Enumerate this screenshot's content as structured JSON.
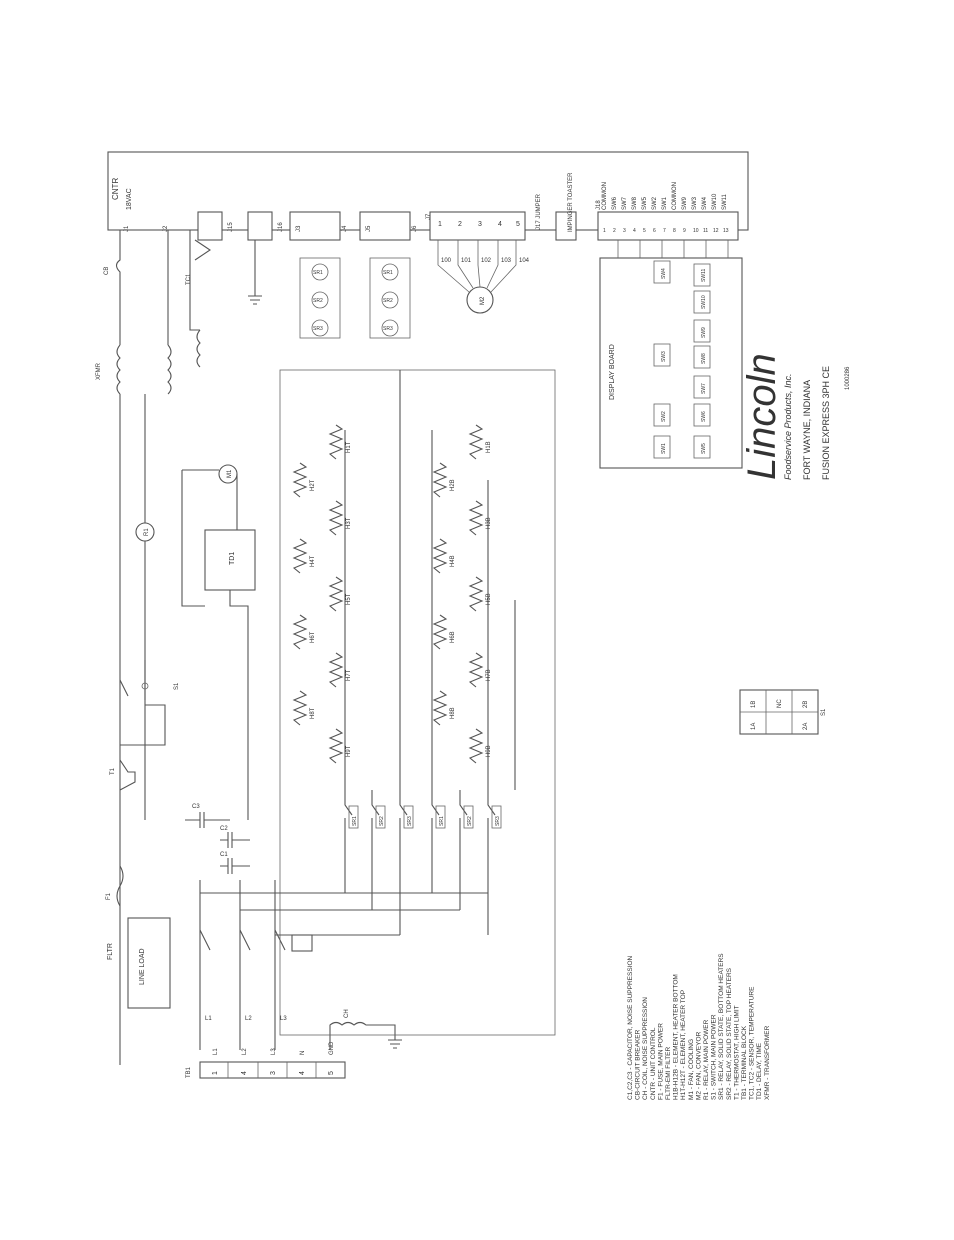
{
  "brand": {
    "logo": "Lincoln",
    "subtitle": "Foodservice Products, Inc.",
    "city": "FORT WAYNE, INDIANA",
    "model": "FUSION EXPRESS 3PH CE",
    "drawing_no": "1000286"
  },
  "labels": {
    "cntr": "CNTR",
    "vac": "18VAC",
    "j1": "J1",
    "j2": "J2",
    "j15": "J15",
    "j16": "J16",
    "j3": "J3",
    "j4": "J4",
    "j5": "J5",
    "j6": "J6",
    "j7": "J7",
    "j17": "J17 JUMPER",
    "impinger": "IMPINGER TOASTER",
    "j18": "J18",
    "display_board": "DISPLAY BOARD",
    "cb": "CB",
    "xfmr": "XFMR",
    "tc1": "TC1",
    "td1": "TD1",
    "m1": "M1",
    "m2": "M2",
    "r1": "R1",
    "s1": "S1",
    "t1": "T1",
    "f1": "F1",
    "fltr": "FLTR",
    "line_load": "LINE LOAD",
    "tb1": "TB1",
    "ch": "CH",
    "gnd": "GND"
  },
  "j18_pins": [
    "COMMON",
    "SW6",
    "SW7",
    "SW8",
    "SW5",
    "SW2",
    "SW1",
    "COMMON",
    "SW9",
    "SW3",
    "SW4",
    "SW10",
    "SW11"
  ],
  "switches": [
    "SW1",
    "SW2",
    "SW3",
    "SW4",
    "SW5",
    "SW6",
    "SW7",
    "SW8",
    "SW9",
    "SW10",
    "SW11"
  ],
  "heaters_top_group": [
    "H1T",
    "H2T",
    "H3T",
    "H4T",
    "H5T",
    "H6T",
    "H7T",
    "H8T",
    "H9T"
  ],
  "heaters_bottom_group": [
    "H1B",
    "H2B",
    "H3B",
    "H4B",
    "H5B",
    "H6B",
    "H7B",
    "H8B",
    "H9B"
  ],
  "ssr_top": [
    "SR1",
    "SR2",
    "SR3"
  ],
  "ssr_bottom": [
    "SR1",
    "SR2",
    "SR3"
  ],
  "tb1_terminals": [
    "1",
    "4",
    "3",
    "4",
    "5"
  ],
  "tb1_leads": [
    "L1",
    "L2",
    "L3",
    "N",
    "GND"
  ],
  "s1_contacts": {
    "top": [
      "1B",
      "NC",
      "2B"
    ],
    "bottom": [
      "1A",
      "2A"
    ]
  },
  "legend": [
    "C1,C2,C3 - CAPACITOR, NOISE SUPPRESSION",
    "CB-CIRCUIT BREAKER",
    "CH - COIL, NOISE SUPPRESSION",
    "CNTR - UNIT CONTROL",
    "F1 - FUSE, MAIN POWER",
    "FLTR-EMI FILTER",
    "H1B-H12B - ELEMENT, HEATER BOTTOM",
    "H1T-H12T - ELEMENT, HEATER TOP",
    "M1 - FAN, COOLING",
    "M2 - FAN, CONVEYOR",
    "R1 - RELAY, MAIN POWER",
    "S1 - SWITCH, MAIN POWER",
    "SR1 - RELAY, SOLID STATE, BOTTOM HEATERS",
    "SR2 - RELAY, SOLID STATE, TOP HEATERS",
    "T1 - THERMOSTAT, HIGH LIMIT",
    "TB1 - TERMINAL BLOCK",
    "TC1, TC2 - SENSOR, TEMPERATURE",
    "TD1 - DELAY, TIME",
    "XFMR - TRANSFORMER"
  ]
}
